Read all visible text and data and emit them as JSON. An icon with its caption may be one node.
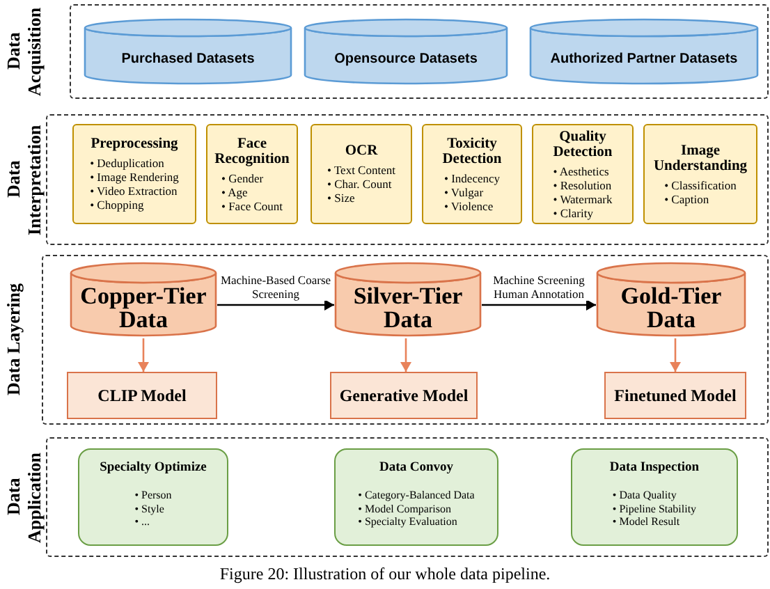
{
  "diagram": {
    "caption": "Figure 20: Illustration of our whole data pipeline.",
    "nodes": [
      {
        "text": [
          "Data Acquisition"
        ]
      },
      {
        "text": [
          "Purchased Datasets"
        ],
        "in": 0
      },
      {
        "text": [
          "Opensource Datasets"
        ],
        "in": 0
      },
      {
        "text": [
          "Authorized Partner Datasets"
        ],
        "in": 0
      },
      {
        "text": [
          "Data Interpretation"
        ]
      },
      {
        "text": [
          "Preprocessing",
          "• Deduplication",
          "• Image Rendering",
          "• Video Extraction",
          "• Chopping"
        ],
        "in": 4
      },
      {
        "text": [
          "Face Recognition",
          "• Gender",
          "• Age",
          "• Face Count"
        ],
        "in": 4
      },
      {
        "text": [
          "OCR",
          "• Text Content",
          "• Char. Count",
          "• Size"
        ],
        "in": 4
      },
      {
        "text": [
          "Toxicity Detection",
          "• Indecency",
          "• Vulgar",
          "• Violence"
        ],
        "in": 4
      },
      {
        "text": [
          "Quality Detection",
          "• Aesthetics",
          "• Resolution",
          "• Watermark",
          "• Clarity"
        ],
        "in": 4
      },
      {
        "text": [
          "Image Understanding",
          "• Classification",
          "• Caption"
        ],
        "in": 4
      },
      {
        "text": [
          "Data Layering"
        ]
      },
      {
        "text": [
          "Copper-Tier Data"
        ],
        "in": 11
      },
      {
        "text": [
          "Silver-Tier Data"
        ],
        "in": 11
      },
      {
        "text": [
          "Gold-Tier Data"
        ],
        "in": 11
      },
      {
        "text": [
          "CLIP Model"
        ],
        "in": 11
      },
      {
        "text": [
          "Generative Model"
        ],
        "in": 11
      },
      {
        "text": [
          "Finetuned Model"
        ],
        "in": 11
      },
      {
        "text": [
          "Data Application"
        ]
      },
      {
        "text": [
          "Specialty Optimize",
          "• Person",
          "• Style",
          "• ..."
        ],
        "in": 18
      },
      {
        "text": [
          "Data Convoy",
          "• Category-Balanced Data",
          "• Model Comparison",
          "• Specialty Evaluation"
        ],
        "in": 18
      },
      {
        "text": [
          "Data Inspection",
          "• Data Quality",
          "• Pipeline Stability",
          "• Model Result"
        ],
        "in": 18
      }
    ],
    "edges": [
      {
        "from": 12,
        "to": 13,
        "arrow": "to",
        "label": "Machine-Based Coarse Screening",
        "color": "#000000"
      },
      {
        "from": 13,
        "to": 14,
        "arrow": "to",
        "label": "Machine Screening Human Annotation",
        "color": "#000000"
      },
      {
        "from": 12,
        "to": 15,
        "arrow": "to",
        "color": "#e8825a"
      },
      {
        "from": 13,
        "to": 16,
        "arrow": "to",
        "color": "#e8825a"
      },
      {
        "from": 14,
        "to": 17,
        "arrow": "to",
        "color": "#e8825a"
      }
    ]
  }
}
